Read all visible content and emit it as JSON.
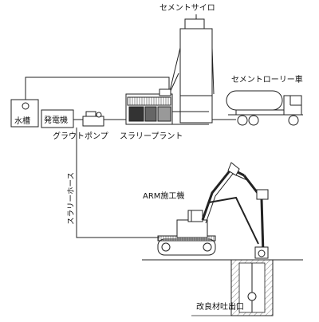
{
  "labels": {
    "cement_silo": "セメントサイロ",
    "cement_lorry": "セメントローリー車",
    "water_tank": "水槽",
    "generator": "発電機",
    "grout_pump": "グラウトポンプ",
    "slurry_plant": "スラリープラント",
    "slurry_hose": "スラリーホース",
    "arm_machine": "ARM施工機",
    "improved_outlet": "改良材吐出口"
  }
}
